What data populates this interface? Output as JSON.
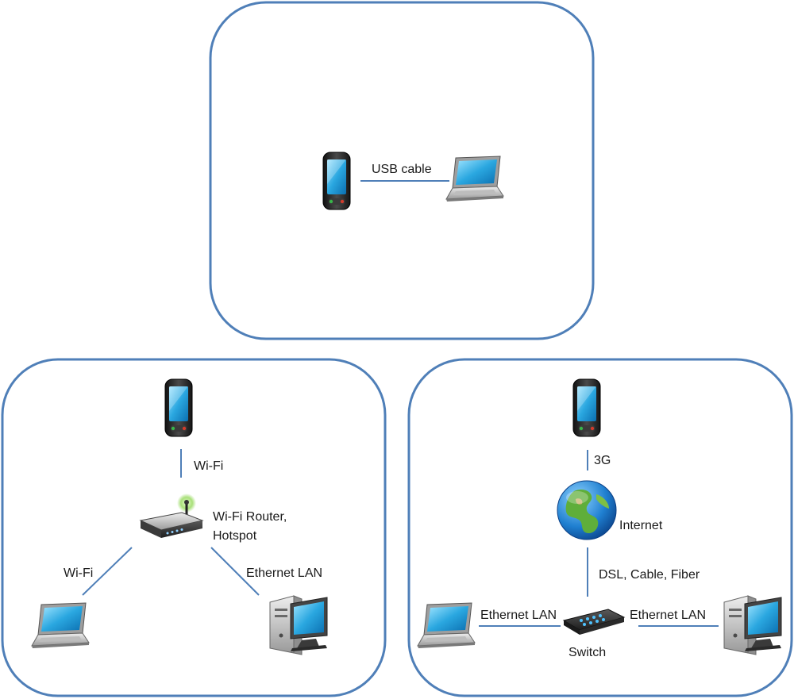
{
  "panels": {
    "usb": {
      "usb_label": "USB cable"
    },
    "wifi": {
      "phone_link_label": "Wi-Fi",
      "router_label_line1": "Wi-Fi Router,",
      "router_label_line2": "Hotspot",
      "laptop_link_label": "Wi-Fi",
      "desktop_link_label": "Ethernet LAN"
    },
    "mobile": {
      "phone_link_label": "3G",
      "internet_label": "Internet",
      "uplink_label": "DSL, Cable, Fiber",
      "left_link_label": "Ethernet LAN",
      "right_link_label": "Ethernet LAN",
      "switch_label": "Switch"
    }
  },
  "icons": {
    "phone": "smartphone-icon",
    "laptop": "laptop-icon",
    "desktop": "desktop-computer-icon",
    "router": "wifi-router-icon",
    "globe": "globe-icon",
    "switch": "network-switch-icon"
  },
  "colors": {
    "panel_border": "#4f7fb8",
    "link_line": "#4f7fb8",
    "screen": "#2aa7e0",
    "device_body": "#2b2b2b"
  }
}
